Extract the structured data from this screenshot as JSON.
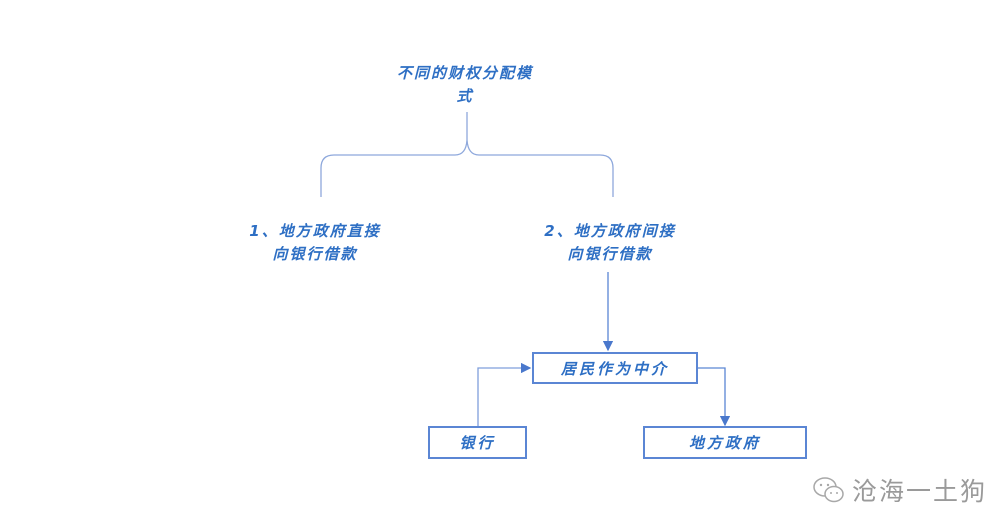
{
  "title_line1": "不同的财权分配模",
  "title_line2": "式",
  "option1": {
    "line1": "1、地方政府直接",
    "line2": "向银行借款"
  },
  "option2": {
    "line1": "2、地方政府间接",
    "line2": "向银行借款"
  },
  "nodes": {
    "intermediary": "居民作为中介",
    "bank": "银行",
    "government": "地方政府"
  },
  "watermark": "沧海一土狗",
  "colors": {
    "text": "#2e6fc4",
    "line": "#5b86d4"
  }
}
